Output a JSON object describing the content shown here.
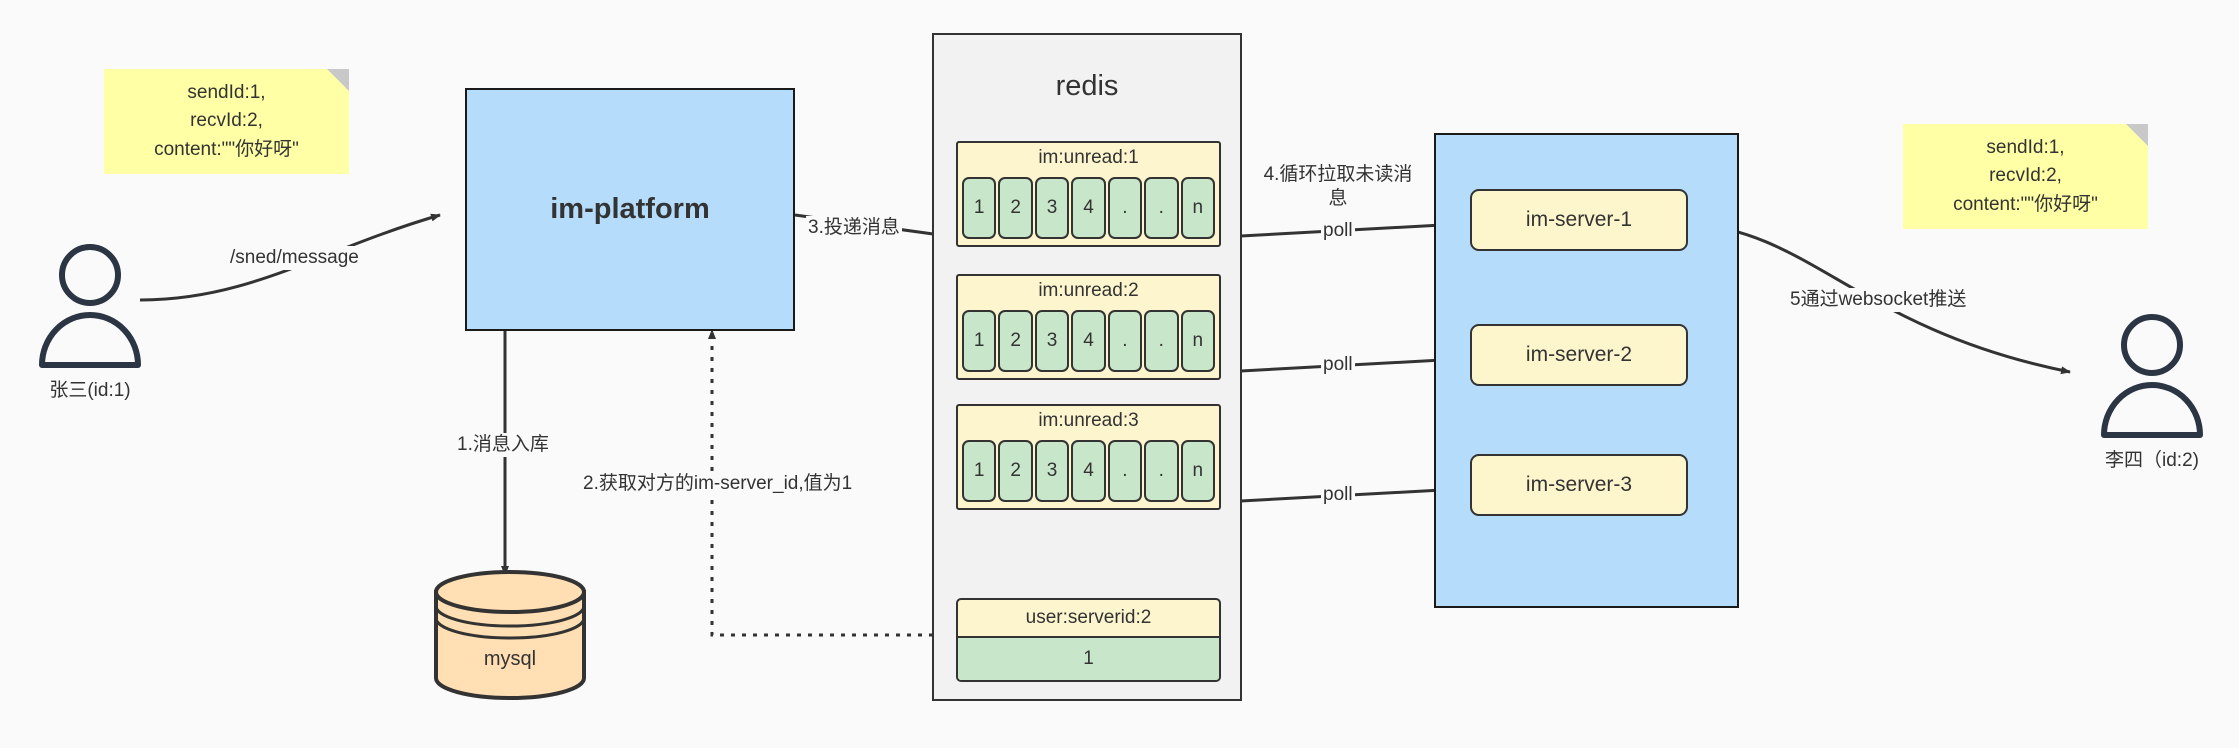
{
  "diagram": {
    "title": "IM message delivery flow",
    "colors": {
      "note": "#ffffa6",
      "blue": "#b5dcfb",
      "redis_bg": "#f2f2f2",
      "key_yellow": "#fdf5ce",
      "cell_green": "#c8e6c9",
      "mysql_orange": "#ffdfb3",
      "stroke": "#333333"
    }
  },
  "notes": {
    "left": "sendId:1,\nrecvId:2,\ncontent:\"\"你好呀\"",
    "right": "sendId:1,\nrecvId:2,\ncontent:\"\"你好呀\""
  },
  "actors": {
    "sender": {
      "label": "张三(id:1)"
    },
    "receiver": {
      "label": "李四（id:2)"
    }
  },
  "platform": {
    "label": "im-platform"
  },
  "database": {
    "label": "mysql"
  },
  "redis": {
    "title": "redis",
    "keys": [
      {
        "name": "im:unread:1",
        "cells": [
          "1",
          "2",
          "3",
          "4",
          ".",
          ".",
          "n"
        ]
      },
      {
        "name": "im:unread:2",
        "cells": [
          "1",
          "2",
          "3",
          "4",
          ".",
          ".",
          "n"
        ]
      },
      {
        "name": "im:unread:3",
        "cells": [
          "1",
          "2",
          "3",
          "4",
          ".",
          ".",
          "n"
        ]
      }
    ],
    "kv": {
      "key": "user:serverid:2",
      "value": "1"
    }
  },
  "servers": [
    {
      "label": "im-server-1"
    },
    {
      "label": "im-server-2"
    },
    {
      "label": "im-server-3"
    }
  ],
  "edges": {
    "send_message": "/sned/message",
    "step1": "1.消息入库",
    "step2": "2.获取对方的im-server_id,值为1",
    "step3": "3.投递消息",
    "step4": "4.循环拉取未读消\n息",
    "poll1": "poll",
    "poll2": "poll",
    "poll3": "poll",
    "step5": "5通过websocket推送"
  }
}
